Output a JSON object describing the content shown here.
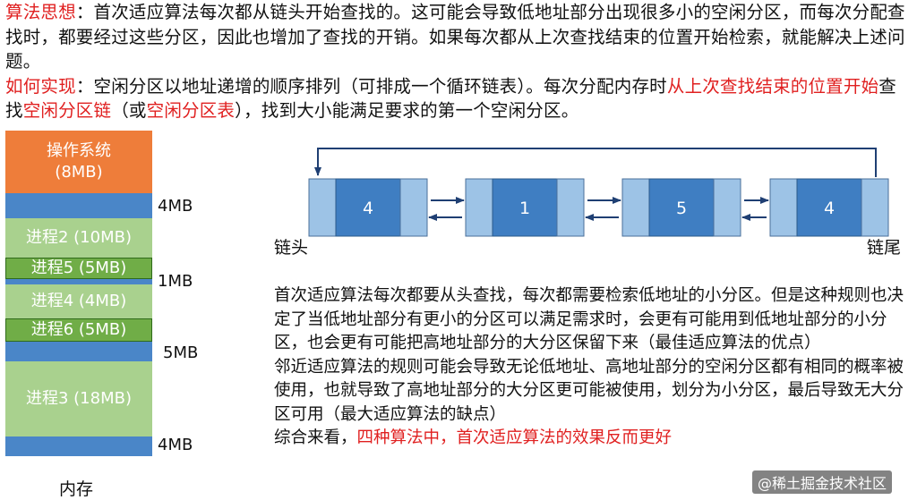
{
  "intro": {
    "line1_label": "算法思想",
    "line1_text": "：首次适应算法每次都从链头开始查找的。这可能会导致低地址部分出现很多小的空闲分区，而每次分配查找时，都要经过这些分区，因此也增加了查找的开销。如果每次都从上次查找结束的位置开始检索，就能解决上述问题。",
    "line2_label": "如何实现",
    "line2_a": "：空闲分区以地址递增的顺序排列（可排成一个循环链表）。每次分配内存时",
    "line2_b": "从上次查找结束的位置开始",
    "line2_c": "查找",
    "line2_d": "空闲分区链",
    "line2_e": "（或",
    "line2_f": "空闲分区表",
    "line2_g": "），找到大小能满足要求的第一个空闲分区。"
  },
  "memory": {
    "caption": "内存",
    "os_name": "操作系统",
    "os_size": "(8MB)",
    "p2": "进程2 (10MB)",
    "p5": "进程5 (5MB)",
    "p4": "进程4 (4MB)",
    "p6": "进程6 (5MB)",
    "p3": "进程3 (18MB)",
    "free_labels": [
      "4MB",
      "1MB",
      "5MB",
      "4MB"
    ]
  },
  "chain": {
    "head_label": "链头",
    "tail_label": "链尾",
    "nodes": [
      "4",
      "1",
      "5",
      "4"
    ]
  },
  "body_text": {
    "p1": "首次适应算法每次都要从头查找，每次都需要检索低地址的小分区。但是这种规则也决定了当低地址部分有更小的分区可以满足需求时，会更有可能用到低地址部分的小分区，也会更有可能把高地址部分的大分区保留下来（最佳适应算法的优点）",
    "p2": "邻近适应算法的规则可能会导致无论低地址、高地址部分的空闲分区都有相同的概率被使用，也就导致了高地址部分的大分区更可能被使用，划分为小分区，最后导致无大分区可用（最大适应算法的缺点）",
    "p3_a": "综合来看，",
    "p3_b": "四种算法中，首次适应算法的效果反而更好"
  },
  "watermark": "@稀土掘金技术社区",
  "colors": {
    "os": "#ee7d3a",
    "free": "#4a86c8",
    "process_light": "#a9d18e",
    "process_dark": "#70ad47",
    "node_side": "#9dc3e6",
    "node_center": "#3f7ec2",
    "highlight": "#e02020"
  }
}
